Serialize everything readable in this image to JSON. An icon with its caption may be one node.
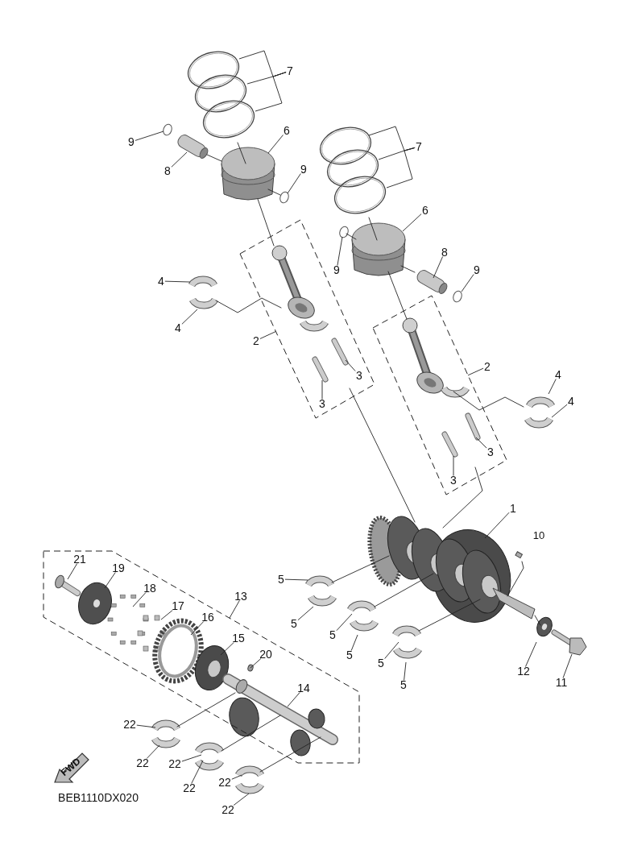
{
  "diagram": {
    "nodes": [
      {
        "text": [
          "7"
        ]
      },
      {
        "text": [
          "6"
        ]
      },
      {
        "text": [
          "9"
        ]
      },
      {
        "text": [
          "7"
        ]
      },
      {
        "text": [
          "8"
        ]
      },
      {
        "text": [
          "9"
        ]
      },
      {
        "text": [
          "6"
        ]
      },
      {
        "text": [],
        "shape": "box"
      },
      {
        "text": [
          "9"
        ]
      },
      {
        "text": [
          "8"
        ]
      },
      {
        "text": [
          "9"
        ]
      },
      {
        "text": [
          "4"
        ]
      },
      {
        "text": [
          "4"
        ]
      },
      {
        "text": [
          "2"
        ]
      },
      {
        "text": [
          "3"
        ],
        "in": 7
      },
      {
        "text": [
          "3"
        ],
        "in": 7
      },
      {
        "text": [],
        "shape": "box"
      },
      {
        "text": [
          "2"
        ]
      },
      {
        "text": [
          "4"
        ]
      },
      {
        "text": [
          "4"
        ]
      },
      {
        "text": [
          "3"
        ],
        "in": 16
      },
      {
        "text": [
          "3"
        ],
        "in": 16
      },
      {
        "text": [
          "1"
        ]
      },
      {
        "text": [],
        "shape": "box"
      },
      {
        "text": [
          "21"
        ],
        "in": 23
      },
      {
        "text": [
          "19"
        ],
        "in": 23
      },
      {
        "text": [
          "18"
        ],
        "in": 23
      },
      {
        "text": [
          "17"
        ],
        "in": 23
      },
      {
        "text": [
          "16"
        ],
        "in": 23
      },
      {
        "text": [
          "15"
        ],
        "in": 23
      },
      {
        "text": [
          "13"
        ]
      },
      {
        "text": [
          "5"
        ]
      },
      {
        "text": [
          "5"
        ]
      },
      {
        "text": [
          "5"
        ]
      },
      {
        "text": [
          "5"
        ]
      },
      {
        "text": [
          "5"
        ]
      },
      {
        "text": [
          "5"
        ]
      },
      {
        "text": [
          "20"
        ],
        "in": 23
      },
      {
        "text": [
          "14"
        ],
        "in": 23
      },
      {
        "text": [
          "12"
        ]
      },
      {
        "text": [
          "11"
        ]
      },
      {
        "text": [
          "22"
        ]
      },
      {
        "text": [
          "22"
        ]
      },
      {
        "text": [
          "22"
        ]
      },
      {
        "text": [
          "22"
        ]
      },
      {
        "text": [
          "22"
        ]
      },
      {
        "text": [
          "22"
        ]
      }
    ],
    "edges": [
      {
        "from": 0,
        "to": null,
        "arrow": "none"
      },
      {
        "from": 0,
        "to": null,
        "arrow": "none"
      },
      {
        "from": 0,
        "to": null,
        "arrow": "none"
      },
      {
        "from": 1,
        "to": null,
        "arrow": "none"
      },
      {
        "from": 2,
        "to": null,
        "arrow": "none"
      },
      {
        "from": 3,
        "to": null,
        "arrow": "none"
      },
      {
        "from": 3,
        "to": null,
        "arrow": "none"
      },
      {
        "from": 3,
        "to": null,
        "arrow": "none"
      },
      {
        "from": 4,
        "to": null,
        "arrow": "none"
      },
      {
        "from": 5,
        "to": null,
        "arrow": "none"
      },
      {
        "from": 6,
        "to": null,
        "arrow": "none"
      },
      {
        "from": 8,
        "to": null,
        "arrow": "none"
      },
      {
        "from": 9,
        "to": null,
        "arrow": "none"
      },
      {
        "from": 10,
        "to": null,
        "arrow": "none"
      },
      {
        "from": 11,
        "to": null,
        "arrow": "none"
      },
      {
        "from": 12,
        "to": null,
        "arrow": "none"
      },
      {
        "from": 13,
        "to": 7,
        "arrow": "none"
      },
      {
        "from": 14,
        "to": null,
        "arrow": "none"
      },
      {
        "from": 15,
        "to": null,
        "arrow": "none"
      },
      {
        "from": 17,
        "to": 16,
        "arrow": "none"
      },
      {
        "from": 18,
        "to": null,
        "arrow": "none"
      },
      {
        "from": 19,
        "to": null,
        "arrow": "none"
      },
      {
        "from": 20,
        "to": null,
        "arrow": "none"
      },
      {
        "from": 21,
        "to": null,
        "arrow": "none"
      },
      {
        "from": 22,
        "to": null,
        "arrow": "none"
      },
      {
        "from": 24,
        "to": null,
        "arrow": "none"
      },
      {
        "from": 25,
        "to": null,
        "arrow": "none"
      },
      {
        "from": 26,
        "to": null,
        "arrow": "none"
      },
      {
        "from": 27,
        "to": null,
        "arrow": "none"
      },
      {
        "from": 28,
        "to": null,
        "arrow": "none"
      },
      {
        "from": 29,
        "to": null,
        "arrow": "none"
      },
      {
        "from": 30,
        "to": 23,
        "arrow": "none"
      },
      {
        "from": 31,
        "to": null,
        "arrow": "none"
      },
      {
        "from": 32,
        "to": null,
        "arrow": "none"
      },
      {
        "from": 33,
        "to": null,
        "arrow": "none"
      },
      {
        "from": 34,
        "to": null,
        "arrow": "none"
      },
      {
        "from": 35,
        "to": null,
        "arrow": "none"
      },
      {
        "from": 36,
        "to": null,
        "arrow": "none"
      },
      {
        "from": 37,
        "to": null,
        "arrow": "none"
      },
      {
        "from": 38,
        "to": null,
        "arrow": "none"
      },
      {
        "from": 39,
        "to": null,
        "arrow": "none"
      },
      {
        "from": 40,
        "to": null,
        "arrow": "none"
      },
      {
        "from": 41,
        "to": null,
        "arrow": "none"
      },
      {
        "from": 42,
        "to": null,
        "arrow": "none"
      },
      {
        "from": 43,
        "to": null,
        "arrow": "none"
      },
      {
        "from": 44,
        "to": null,
        "arrow": "none"
      },
      {
        "from": 45,
        "to": null,
        "arrow": "none"
      },
      {
        "from": 46,
        "to": null,
        "arrow": "none"
      }
    ],
    "labels": [
      "10",
      "FWD",
      "BEB1110DX020"
    ]
  }
}
